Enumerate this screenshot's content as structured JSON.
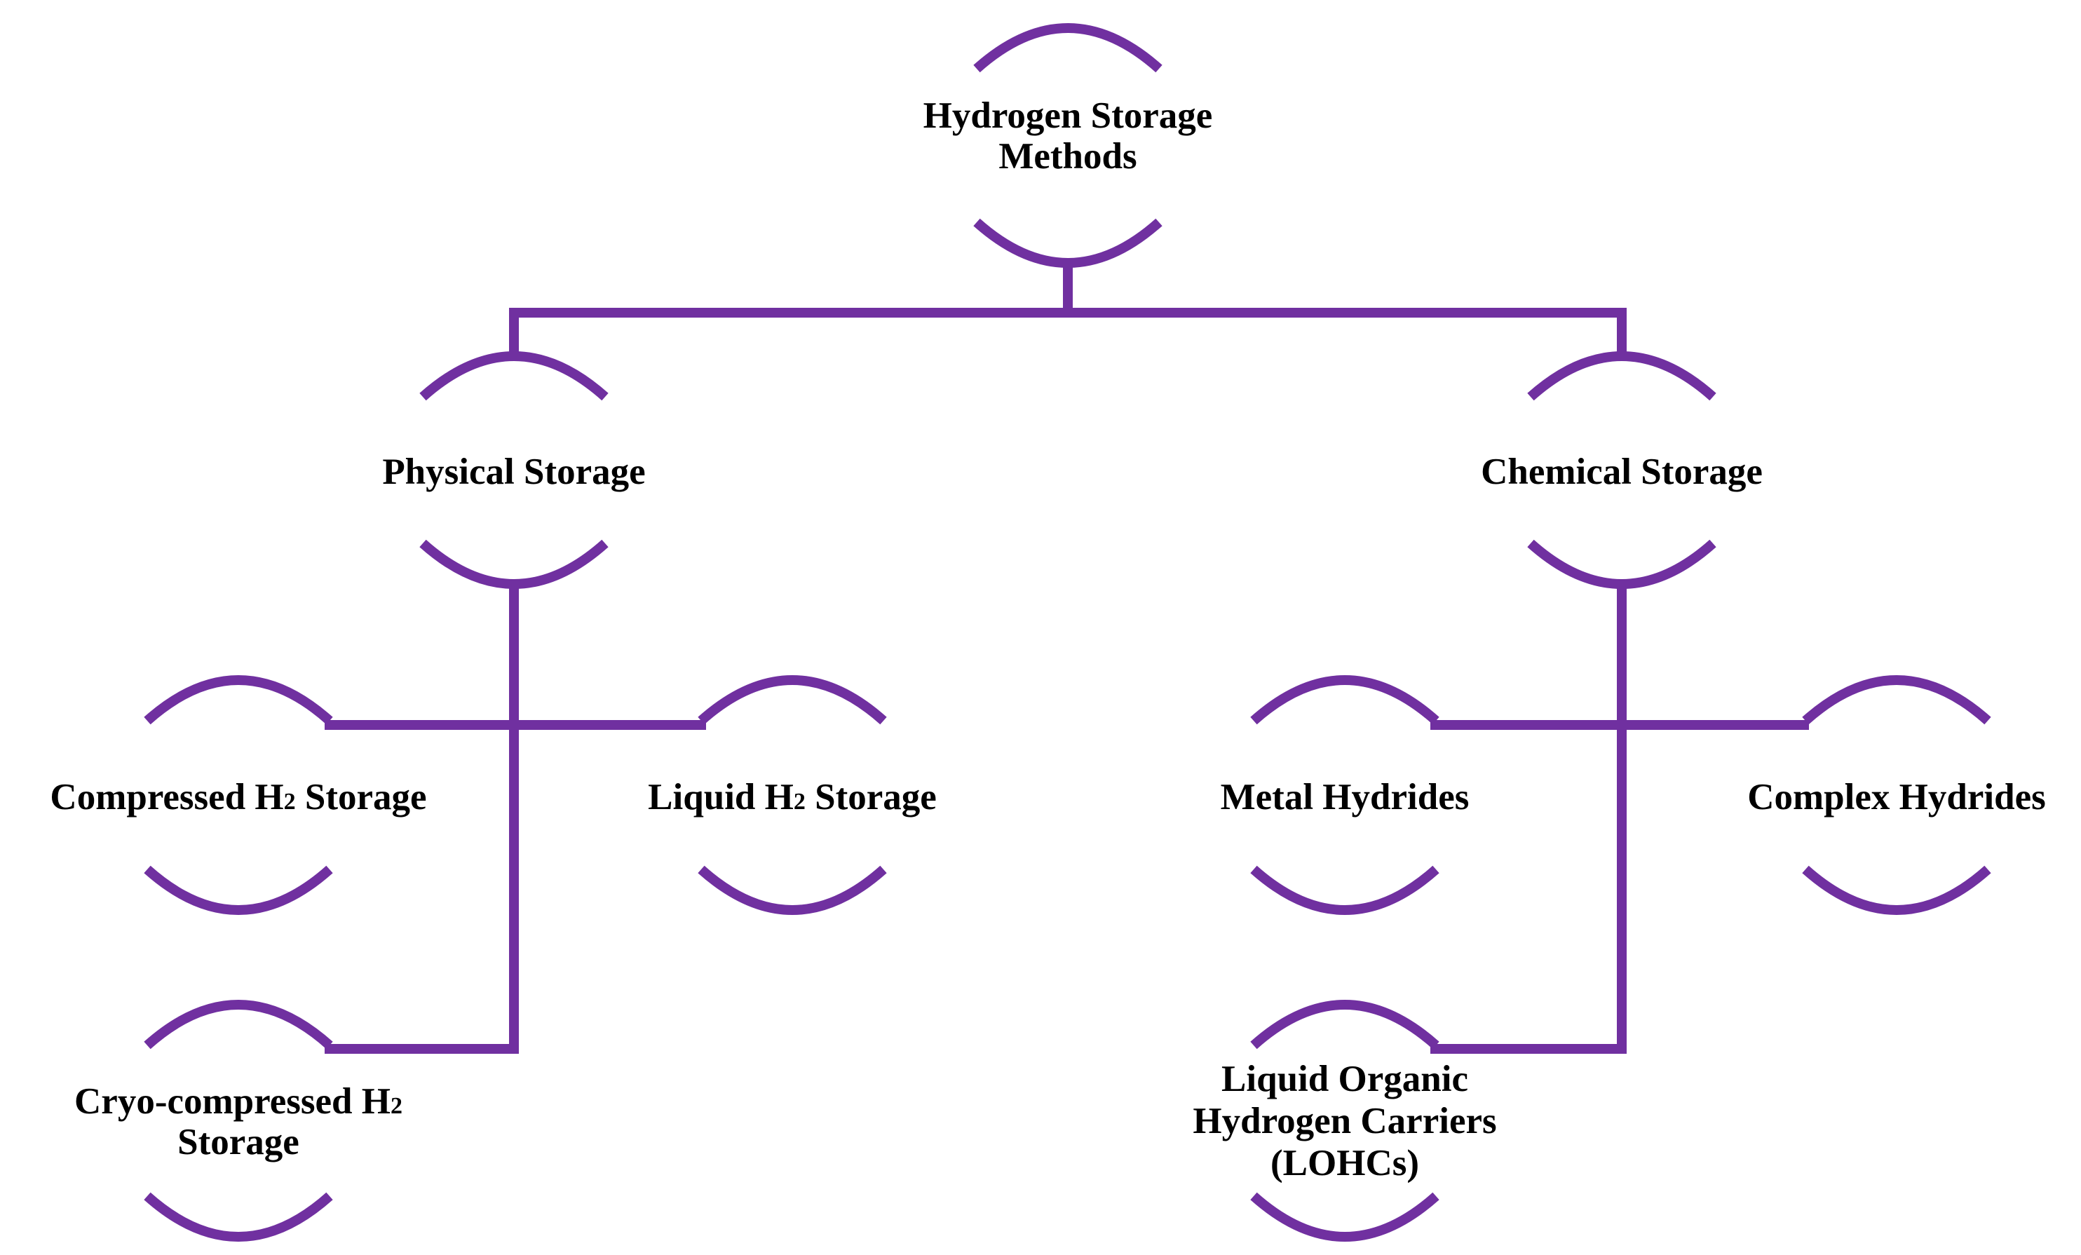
{
  "colors": {
    "accent": "#7030A0",
    "text": "#000000",
    "background": "#FFFFFF"
  },
  "nodes": {
    "root": {
      "lines": [
        "Hydrogen Storage",
        "Methods"
      ]
    },
    "physical": {
      "lines": [
        "Physical Storage"
      ]
    },
    "chemical": {
      "lines": [
        "Chemical Storage"
      ]
    },
    "compressed": {
      "lines": [
        {
          "main": "Compressed H",
          "sub": "2",
          "tail": " Storage"
        }
      ]
    },
    "liquid": {
      "lines": [
        {
          "main": "Liquid H",
          "sub": "2",
          "tail": " Storage"
        }
      ]
    },
    "cryo": {
      "lines": [
        {
          "main": "Cryo-compressed H",
          "sub": "2",
          "tail": ""
        },
        "Storage"
      ]
    },
    "metal": {
      "lines": [
        "Metal Hydrides"
      ]
    },
    "complex": {
      "lines": [
        "Complex Hydrides"
      ]
    },
    "lohc": {
      "lines": [
        "Liquid Organic",
        "Hydrogen Carriers",
        "(LOHCs)"
      ]
    }
  }
}
